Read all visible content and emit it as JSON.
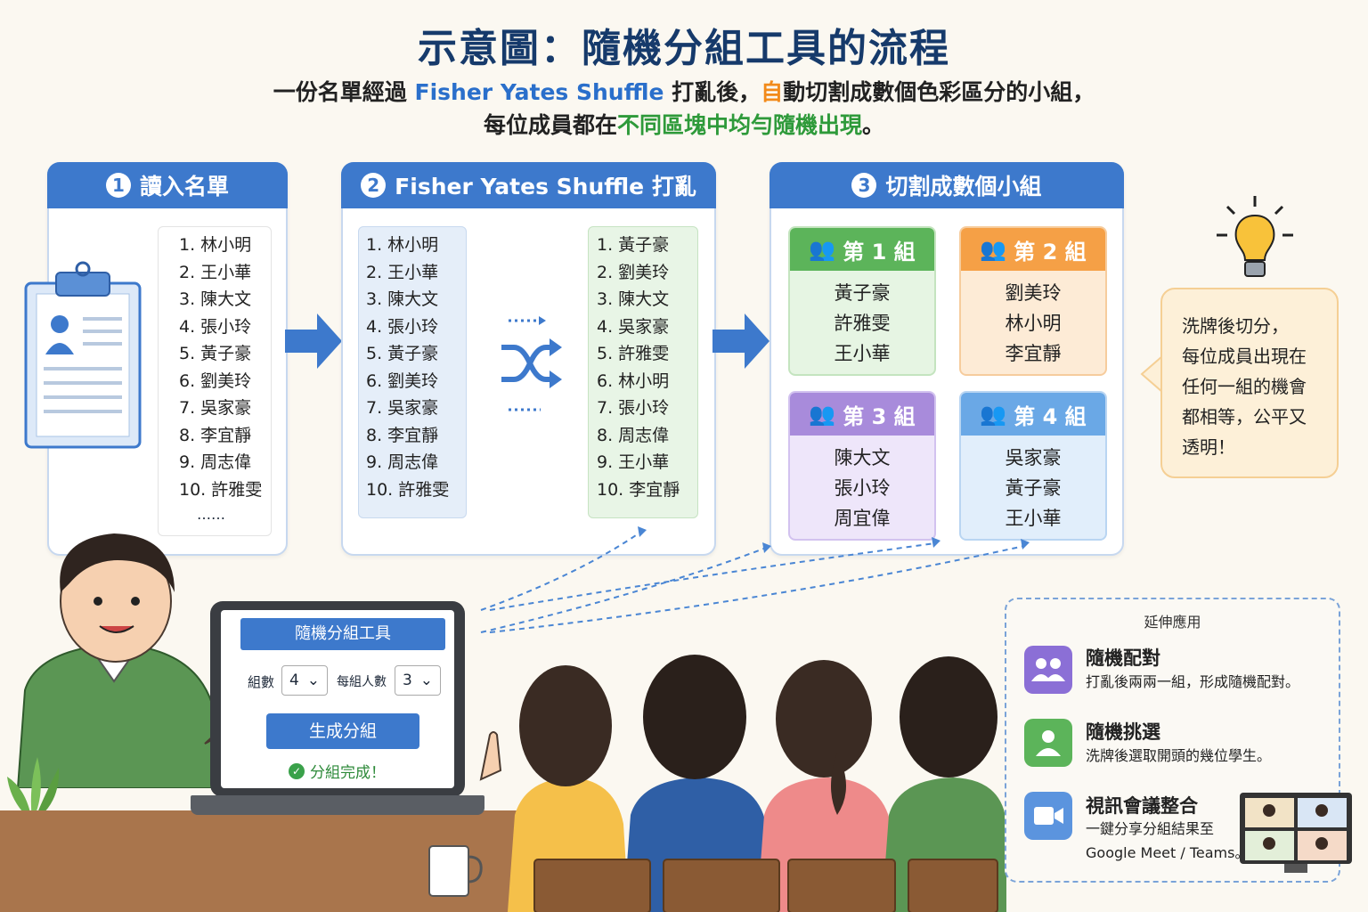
{
  "header": {
    "title": "示意圖：隨機分組工具的流程",
    "subtitle1": {
      "a": "一份名單經過 ",
      "b": "Fisher Yates Shuffle",
      "c": " 打亂後，",
      "d": "自",
      "e": "動切割成數個色彩區分的小組，"
    },
    "subtitle2": {
      "a": "每位成員都在",
      "b": "不同區塊中均勻隨機出現",
      "c": "。"
    }
  },
  "step1": {
    "num": "1",
    "title": "讀入名單",
    "names": [
      "1. 林小明",
      "2. 王小華",
      "3. 陳大文",
      "4. 張小玲",
      "5. 黃子豪",
      "6. 劉美玲",
      "7. 吳家豪",
      "8. 李宜靜",
      "9. 周志偉",
      "10. 許雅雯"
    ],
    "more": "……"
  },
  "step2": {
    "num": "2",
    "title": "Fisher Yates Shuffle 打亂",
    "before": [
      "1. 林小明",
      "2. 王小華",
      "3. 陳大文",
      "4. 張小玲",
      "5. 黃子豪",
      "6. 劉美玲",
      "7. 吳家豪",
      "8. 李宜靜",
      "9. 周志偉",
      "10. 許雅雯"
    ],
    "after": [
      "1. 黃子豪",
      "2. 劉美玲",
      "3. 陳大文",
      "4. 吳家豪",
      "5. 許雅雯",
      "6. 林小明",
      "7. 張小玲",
      "8. 周志偉",
      "9. 王小華",
      "10. 李宜靜"
    ]
  },
  "step3": {
    "num": "3",
    "title": "切割成數個小組",
    "groups": [
      {
        "title": "第 1 組",
        "members": [
          "黃子豪",
          "許雅雯",
          "王小華"
        ]
      },
      {
        "title": "第 2 組",
        "members": [
          "劉美玲",
          "林小明",
          "李宜靜"
        ]
      },
      {
        "title": "第 3 組",
        "members": [
          "陳大文",
          "張小玲",
          "周宜偉"
        ]
      },
      {
        "title": "第 4 組",
        "members": [
          "吳家豪",
          "黃子豪",
          "王小華"
        ]
      }
    ]
  },
  "tip": {
    "lines": [
      "洗牌後切分，",
      "每位成員出現在",
      "任何一組的機會",
      "都相等，公平又",
      "透明！"
    ]
  },
  "tool": {
    "title": "隨機分組工具",
    "groups_label": "組數",
    "groups_value": "4",
    "per_label": "每組人數",
    "per_value": "3",
    "generate": "生成分組",
    "done": "分組完成！"
  },
  "extensions": {
    "title": "延伸應用",
    "items": [
      {
        "title": "隨機配對",
        "desc": "打亂後兩兩一組，形成隨機配對。"
      },
      {
        "title": "隨機挑選",
        "desc": "洗牌後選取開頭的幾位學生。"
      },
      {
        "title": "視訊會議整合",
        "desc1": "一鍵分享分組結果至",
        "desc2": "Google Meet / Teams。"
      }
    ]
  },
  "colors": {
    "primary": "#3d79cc",
    "group1": "#5cb45a",
    "group2": "#f5a046",
    "group3": "#a88bdb",
    "group4": "#6aa8e6"
  }
}
